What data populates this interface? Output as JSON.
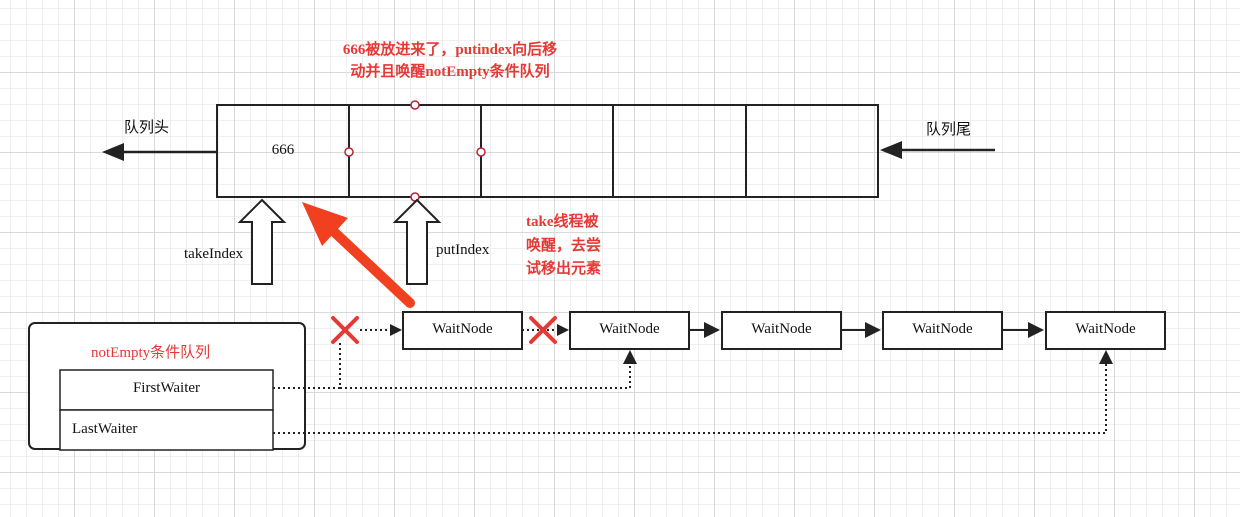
{
  "annotations": {
    "put_note_line1": "666被放进来了，putindex向后移",
    "put_note_line2": "动并且唤醒notEmpty条件队列",
    "take_note_line1": "take线程被",
    "take_note_line2": "唤醒，去尝",
    "take_note_line3": "试移出元素"
  },
  "queue": {
    "head_label": "队列头",
    "tail_label": "队列尾",
    "cells": [
      "666",
      "",
      "",
      "",
      ""
    ],
    "take_index_label": "takeIndex",
    "put_index_label": "putIndex"
  },
  "condition_queue": {
    "title": "notEmpty条件队列",
    "first_waiter": "FirstWaiter",
    "last_waiter": "LastWaiter"
  },
  "wait_nodes": [
    "WaitNode",
    "WaitNode",
    "WaitNode",
    "WaitNode",
    "WaitNode"
  ],
  "colors": {
    "accent_red": "#e53935",
    "red_arrow": "#f0401f",
    "line": "#222222"
  }
}
